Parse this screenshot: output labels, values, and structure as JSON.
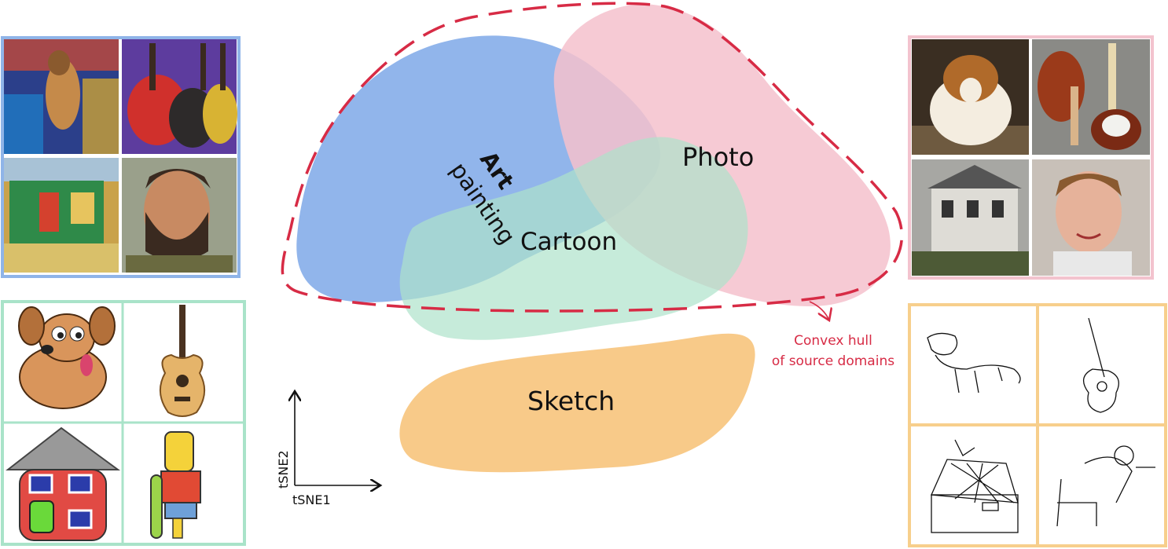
{
  "domains": {
    "art": {
      "label_line1": "Art",
      "label_line2": "painting",
      "color": "#7ea8e8"
    },
    "photo": {
      "label": "Photo",
      "color": "#f5c1cd"
    },
    "cartoon": {
      "label": "Cartoon",
      "color": "#aee3cb"
    },
    "sketch": {
      "label": "Sketch",
      "color": "#f8c783"
    }
  },
  "hull": {
    "line1": "Convex hull",
    "line2": "of source domains",
    "color": "#d72b45"
  },
  "axes": {
    "x_label": "tSNE1",
    "y_label": "tSNE2"
  },
  "panels": {
    "art_border": "#8fb4e8",
    "photo_border": "#f3c3ce",
    "cartoon_border": "#a9e3c9",
    "sketch_border": "#f7cf8c",
    "art_images": [
      "dog-painting",
      "guitars-painting",
      "house-painting",
      "person-painting"
    ],
    "photo_images": [
      "dog-photo",
      "guitar-photo",
      "house-photo",
      "person-photo"
    ],
    "cartoon_images": [
      "dog-cartoon",
      "guitar-cartoon",
      "house-cartoon",
      "person-cartoon"
    ],
    "sketch_images": [
      "dog-sketch",
      "guitar-sketch",
      "house-sketch",
      "person-sketch"
    ]
  }
}
